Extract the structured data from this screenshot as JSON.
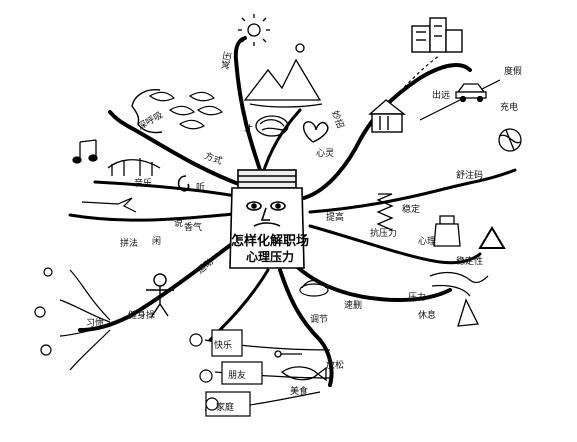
{
  "center": {
    "title_line1": "怎样化解职场",
    "title_line2": "心理压力"
  },
  "branches": {
    "top": {
      "label_left": "减压",
      "label_right": "妙招",
      "sub1": "才",
      "sub2": "心灵"
    },
    "upper_left": {
      "label": "方式",
      "sub": "深呼吸"
    },
    "left": {
      "label_top": "音乐",
      "label_bottom": "拼法",
      "sub1": "听",
      "sub2": "闲",
      "sub3": "说",
      "sub4": "香气"
    },
    "lower_left": {
      "label": "运动",
      "sub1": "健身操",
      "sub2": "习惯"
    },
    "right": {
      "label": "提高",
      "sub1": "抗压力",
      "sub2": "稳定",
      "sub3": "心理",
      "sub4": "稳定性",
      "sub5": "舒注码"
    },
    "top_right": {
      "label": "出远",
      "sub1": "度假",
      "sub2": "充电"
    },
    "lower_right": {
      "label": "速删",
      "sub1": "压力",
      "sub2": "休息"
    },
    "bottom": {
      "label": "调节",
      "sub1": "快乐",
      "sub2": "朋友",
      "sub3": "家庭",
      "sub4": "放松",
      "sub5": "美食"
    }
  }
}
